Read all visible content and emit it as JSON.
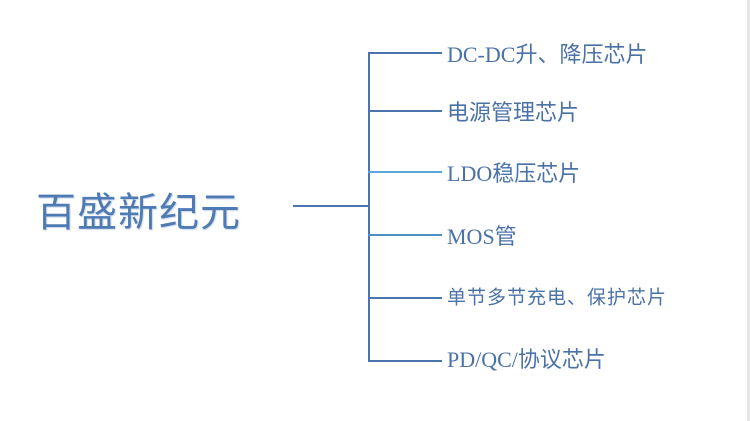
{
  "root": {
    "label": "百盛新纪元"
  },
  "branches": [
    {
      "label": "DC-DC升、降压芯片"
    },
    {
      "label": "电源管理芯片"
    },
    {
      "label": "LDO稳压芯片"
    },
    {
      "label": "MOS管"
    },
    {
      "label": "单节多节充电、保护芯片"
    },
    {
      "label": "PD/QC/协议芯片"
    }
  ],
  "colors": {
    "text": "#4a72a8",
    "line": "#4a74ad",
    "highlight_line": "#5aa6d8"
  }
}
